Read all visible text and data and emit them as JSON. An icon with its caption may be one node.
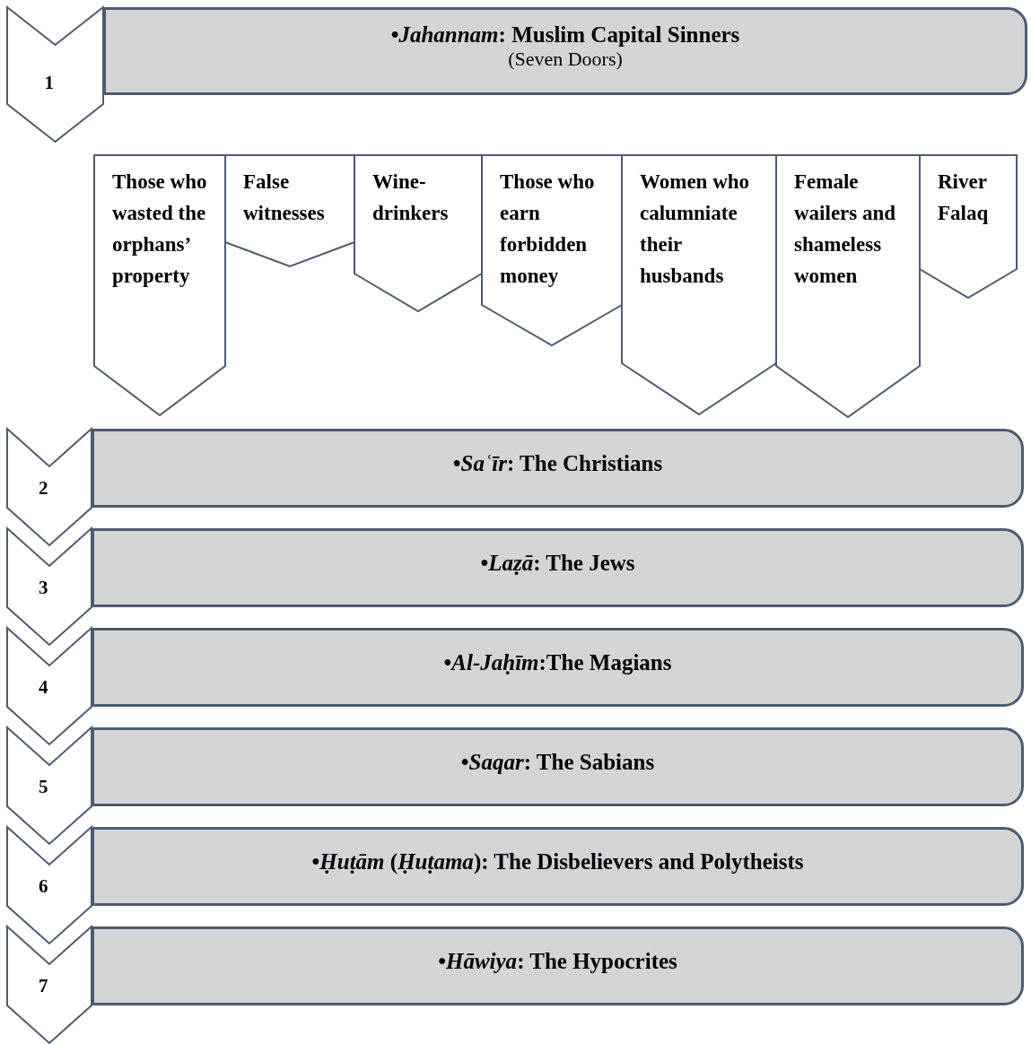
{
  "diagram": {
    "nodes": [
      {
        "text": [
          "1"
        ]
      },
      {
        "text": [
          "•*Jahannam*: Muslim Capital Sinners",
          "(Seven Doors)"
        ]
      },
      {
        "text": [
          "Those who wasted the orphans’ property"
        ]
      },
      {
        "text": [
          "False witnesses"
        ]
      },
      {
        "text": [
          "Wine-drinkers"
        ]
      },
      {
        "text": [
          "Those who earn forbidden money"
        ]
      },
      {
        "text": [
          "Women who calumniate their husbands"
        ]
      },
      {
        "text": [
          "Female wailers and shameless women"
        ]
      },
      {
        "text": [
          "River Falaq"
        ]
      },
      {
        "text": [
          "2"
        ]
      },
      {
        "text": [
          "•*Saʿīr*: The Christians"
        ]
      },
      {
        "text": [
          "3"
        ]
      },
      {
        "text": [
          "•*Laẓā*: The Jews"
        ]
      },
      {
        "text": [
          "4"
        ]
      },
      {
        "text": [
          "•*Al-Jaḥīm*:The Magians"
        ]
      },
      {
        "text": [
          "5"
        ]
      },
      {
        "text": [
          "•*Saqar*: The Sabians"
        ]
      },
      {
        "text": [
          "6"
        ]
      },
      {
        "text": [
          "•*Ḥuṭām* (*Ḥuṭama*): The Disbelievers and Polytheists"
        ]
      },
      {
        "text": [
          "7"
        ]
      },
      {
        "text": [
          "•*Hāwiya*: The Hypocrites"
        ]
      }
    ]
  }
}
